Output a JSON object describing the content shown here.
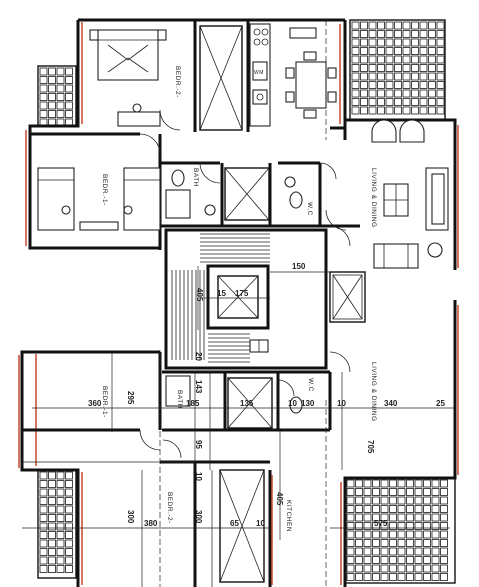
{
  "rooms": {
    "bedr2_top": "BEDR.-2-",
    "bedr1_top": "BEDR.-1-",
    "bath_top": "BATH",
    "wc_top": "W.C",
    "living_top": "LIVING & DINING",
    "wm": "WM",
    "bedr1_bottom": "BEDR.-1-",
    "bath_bottom": "BATH",
    "wc_bottom": "W.C",
    "living_bottom": "LIVING & DINING",
    "bedr2_bottom": "BEDR.-2-",
    "kitchen_bottom": "KITCHEN"
  },
  "dimensions": {
    "d150": "150",
    "d405_stair": "405",
    "d15": "15",
    "d175": "175",
    "d20": "20",
    "d143": "143",
    "d185": "185",
    "d295": "295",
    "d360": "360",
    "d135": "135",
    "d10a": "10",
    "d130": "130",
    "d10b": "10",
    "d340": "340",
    "d25": "25",
    "d95": "95",
    "d705": "705",
    "d10c": "10",
    "d405_kitchen": "405",
    "d300a": "300",
    "d380": "380",
    "d300b": "300",
    "d65": "65",
    "d10d": "10",
    "d575": "575"
  }
}
